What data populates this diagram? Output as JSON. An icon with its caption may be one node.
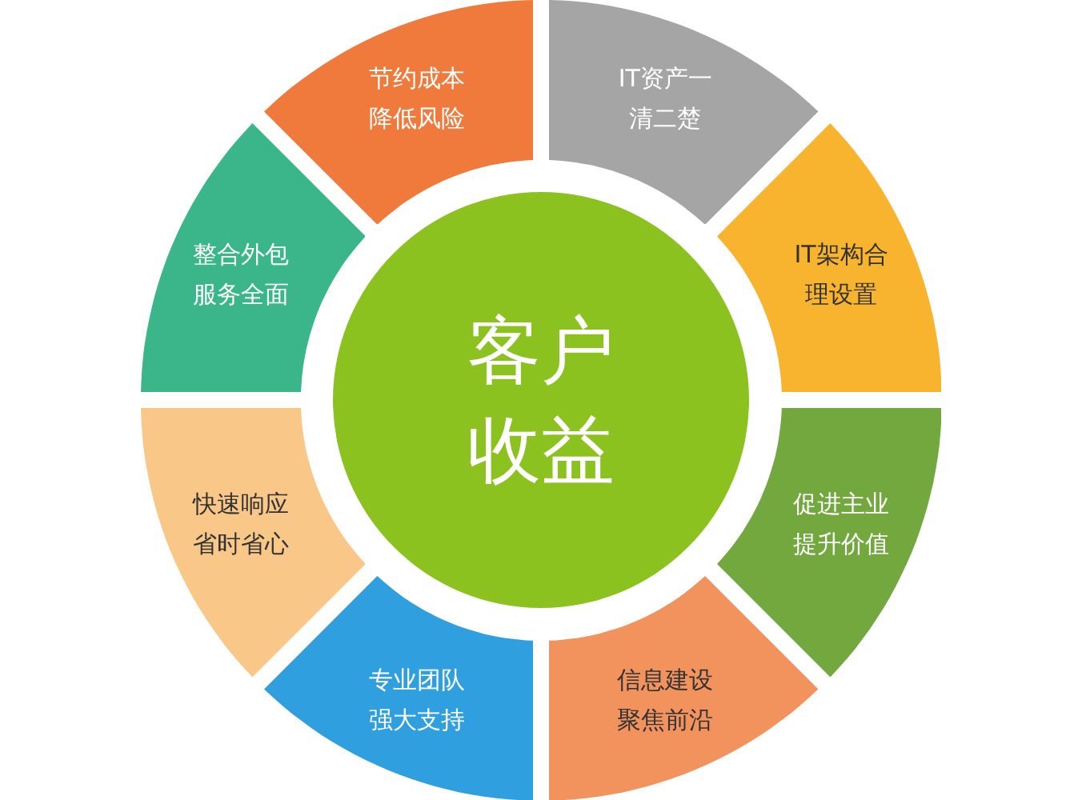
{
  "diagram": {
    "nodes": [
      {
        "text": [
          "客户收益"
        ]
      },
      {
        "text": [
          "节约成本降低风险"
        ]
      },
      {
        "text": [
          "IT资产一清二楚"
        ]
      },
      {
        "text": [
          "IT架构合理设置"
        ]
      },
      {
        "text": [
          "促进主业提升价值"
        ]
      },
      {
        "text": [
          "信息建设聚焦前沿"
        ]
      },
      {
        "text": [
          "专业团队强大支持"
        ]
      },
      {
        "text": [
          "快速响应省时省心"
        ]
      },
      {
        "text": [
          "整合外包服务全面"
        ]
      }
    ]
  }
}
